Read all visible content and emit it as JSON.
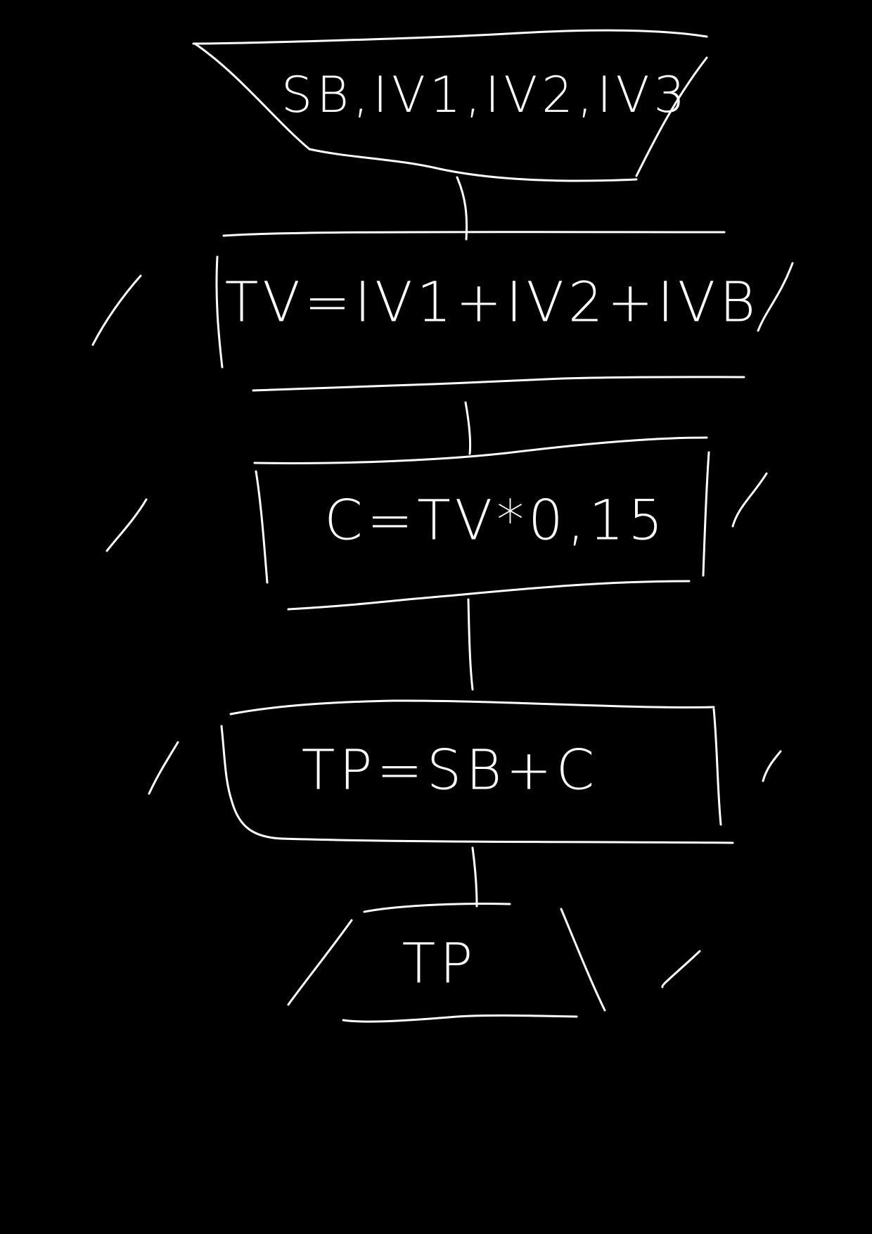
{
  "diagram": {
    "colors": {
      "background": "#000000",
      "ink": "#ffffff"
    },
    "steps": [
      {
        "kind": "input",
        "shape": "trapezoid",
        "text": "SB,IV1,IV2,IV3"
      },
      {
        "kind": "process",
        "shape": "parallelogram",
        "text": "TV=IV1+IV2+IVB"
      },
      {
        "kind": "process",
        "shape": "parallelogram",
        "text": "C=TV*0,15"
      },
      {
        "kind": "process",
        "shape": "parallelogram",
        "text": "TP=SB+C"
      },
      {
        "kind": "output",
        "shape": "parallelogram",
        "text": "TP"
      }
    ]
  }
}
